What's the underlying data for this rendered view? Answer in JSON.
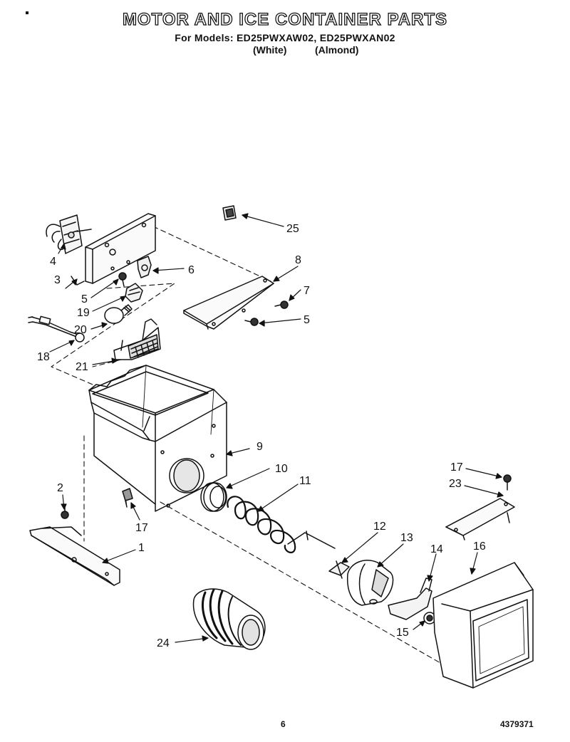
{
  "header": {
    "title": "MOTOR AND ICE CONTAINER PARTS",
    "models": "For Models: ED25PWXAW02, ED25PWXAN02",
    "color_white": "(White)",
    "color_almond": "(Almond)"
  },
  "callouts": [
    "25",
    "4",
    "6",
    "8",
    "3",
    "5",
    "7",
    "19",
    "5",
    "20",
    "18",
    "21",
    "9",
    "10",
    "11",
    "2",
    "17",
    "1",
    "17",
    "23",
    "12",
    "13",
    "14",
    "16",
    "15",
    "24"
  ],
  "footer": {
    "page_number": "6",
    "part_number": "4379371"
  }
}
